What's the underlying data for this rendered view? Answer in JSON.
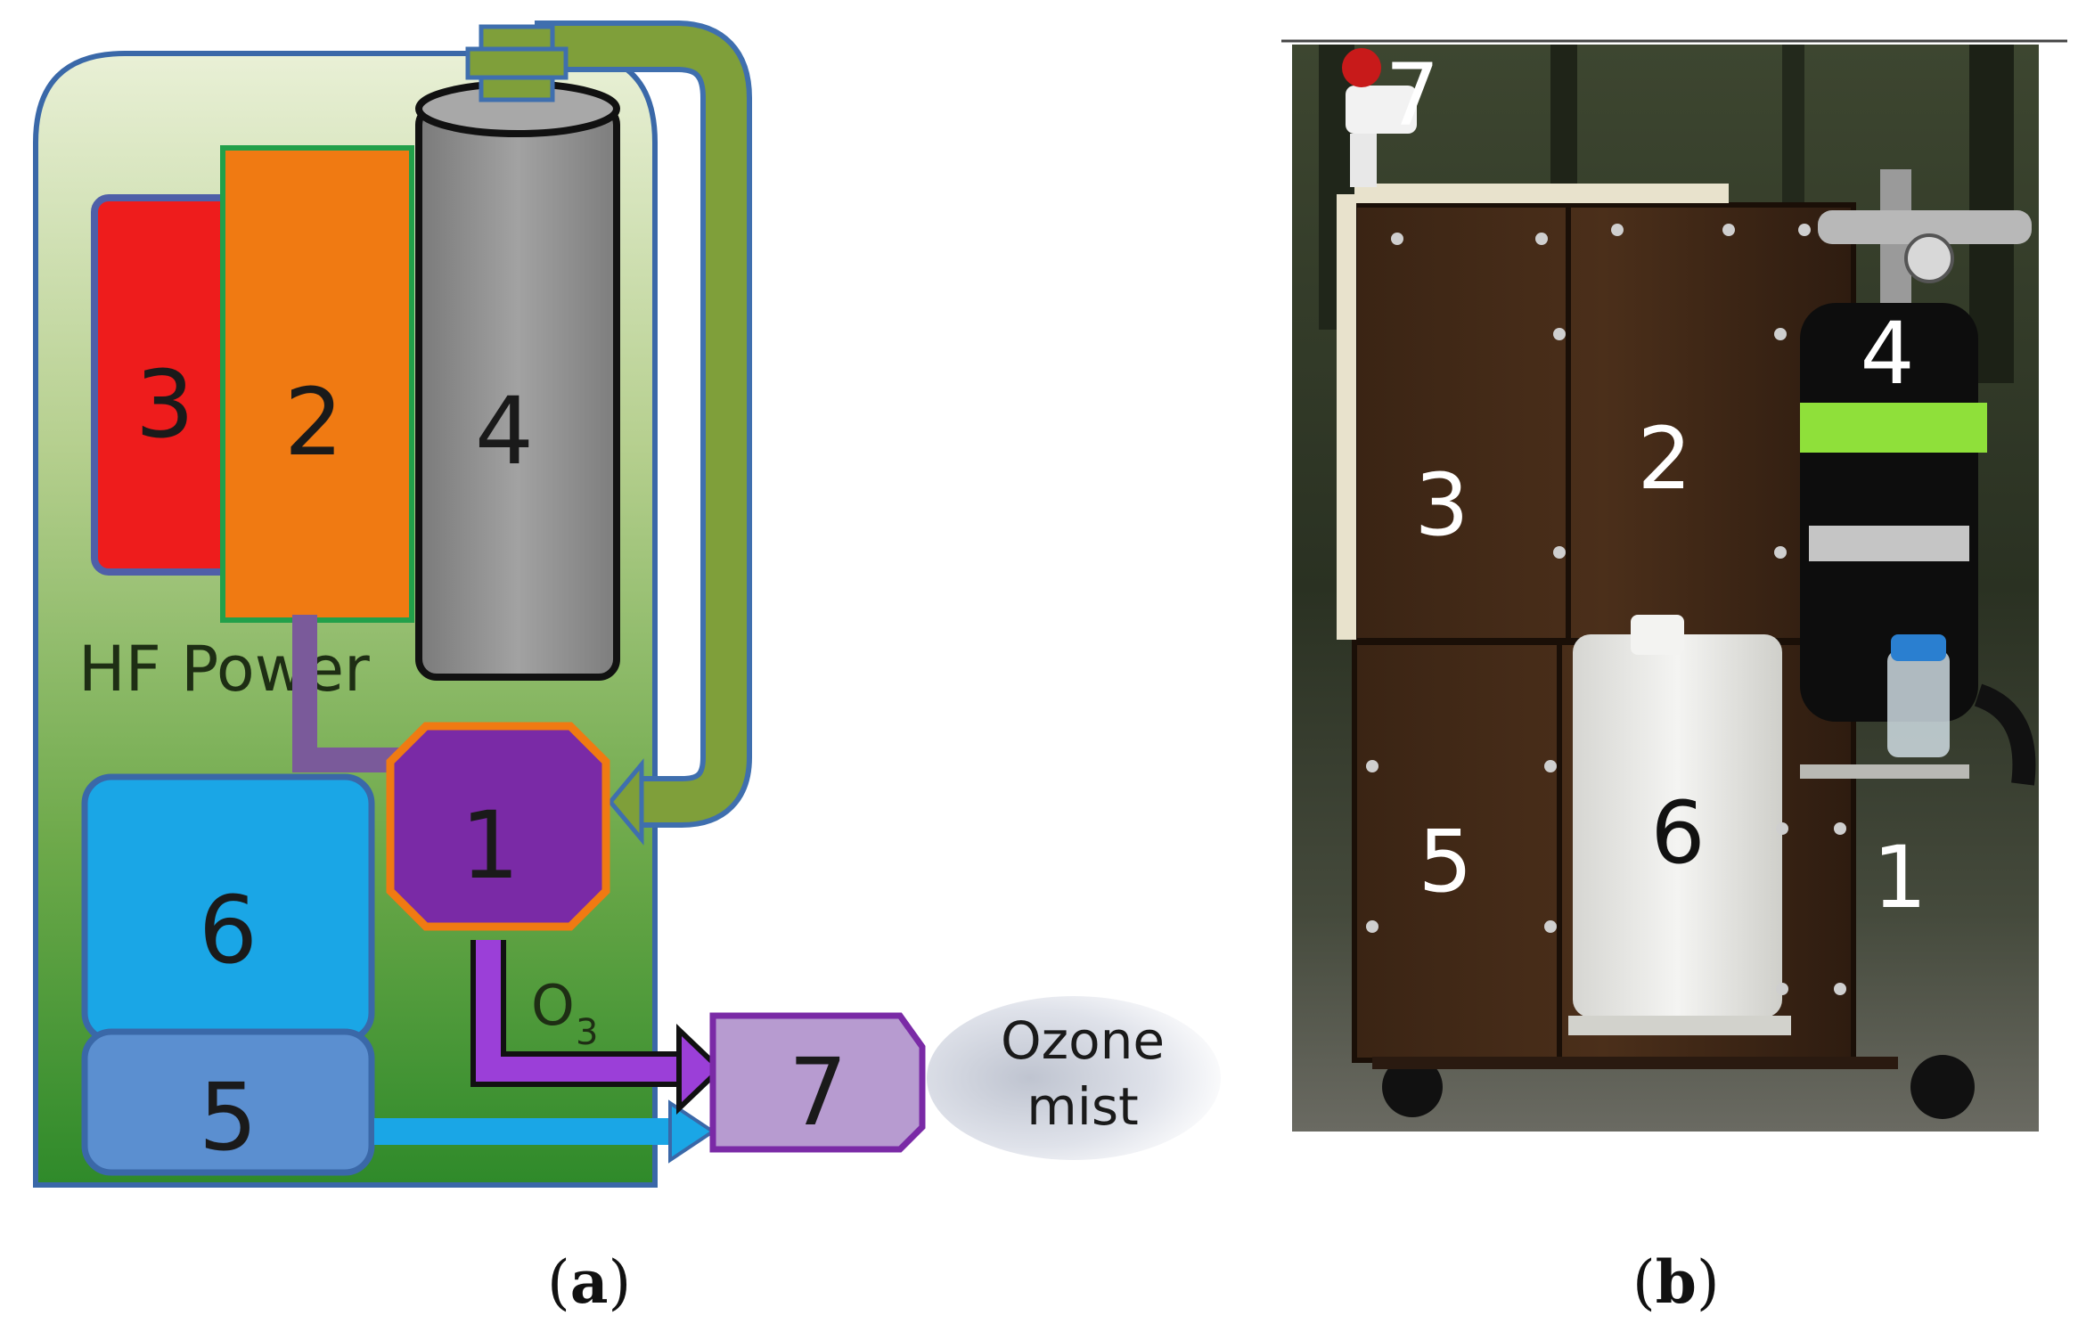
{
  "panel_a": {
    "labels": {
      "module_3": "3",
      "module_2": "2",
      "module_4": "4",
      "hf_power": "HF Power",
      "module_1": "1",
      "module_6": "6",
      "module_5": "5",
      "ozone_symbol": "O",
      "ozone_subscript": "3",
      "module_7": "7",
      "ozone_mist_line1": "Ozone",
      "ozone_mist_line2": "mist"
    },
    "colors": {
      "housing_green": "#4f9a3a",
      "module_3_red": "#ee1c1c",
      "module_2_orange": "#f07a12",
      "module_4_gray": "#8f8f8f",
      "module_1_purple": "#7a2aa6",
      "module_6_cyan": "#1aa6e6",
      "module_5_blue": "#5b8fd0",
      "module_7_lilac": "#b79bd0",
      "pipe_olive": "#7f9f3a"
    }
  },
  "panel_b": {
    "labels": [
      "7",
      "4",
      "3",
      "2",
      "5",
      "6",
      "1"
    ]
  },
  "captions": {
    "a_open": "(",
    "a_letter": "a",
    "a_close": ")",
    "b_open": "(",
    "b_letter": "b",
    "b_close": ")"
  }
}
